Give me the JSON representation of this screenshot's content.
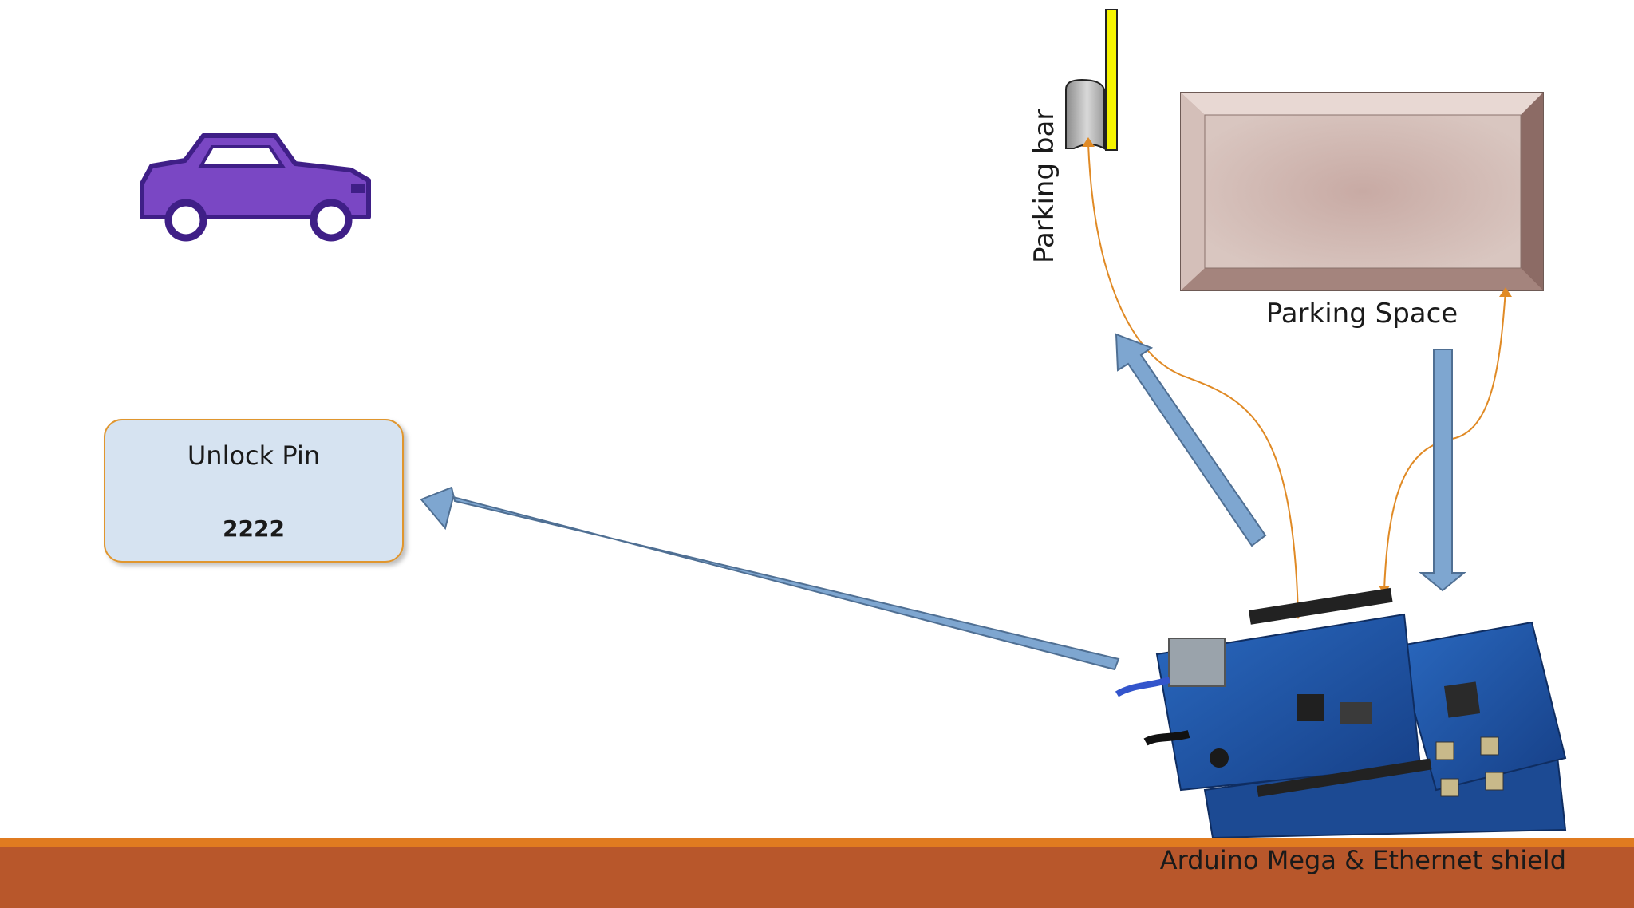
{
  "slide": {
    "parking_bar_label": "Parking bar",
    "parking_space_label": "Parking Space",
    "unlock": {
      "title": "Unlock Pin",
      "pin": "2222"
    },
    "board_caption": "Arduino Mega & Ethernet shield"
  },
  "icons": {
    "car": "car-icon",
    "parking_bar": "parking-bar-icon",
    "parking_space": "parking-space-box",
    "board": "arduino-board-image"
  },
  "colors": {
    "footer_band": "#b8572b",
    "footer_line": "#e07b20",
    "car": "#7a47c4",
    "car_outline": "#3f1f87",
    "arrow_fill": "#7ea6d0",
    "arrow_stroke": "#4f6f93",
    "connector": "#e08a25",
    "unlock_box": "#d6e3f1",
    "unlock_border": "#e0962f",
    "parking_space": "#cbb2ab",
    "parking_bar_pole": "#f6f400",
    "board": "#1f56a8"
  }
}
